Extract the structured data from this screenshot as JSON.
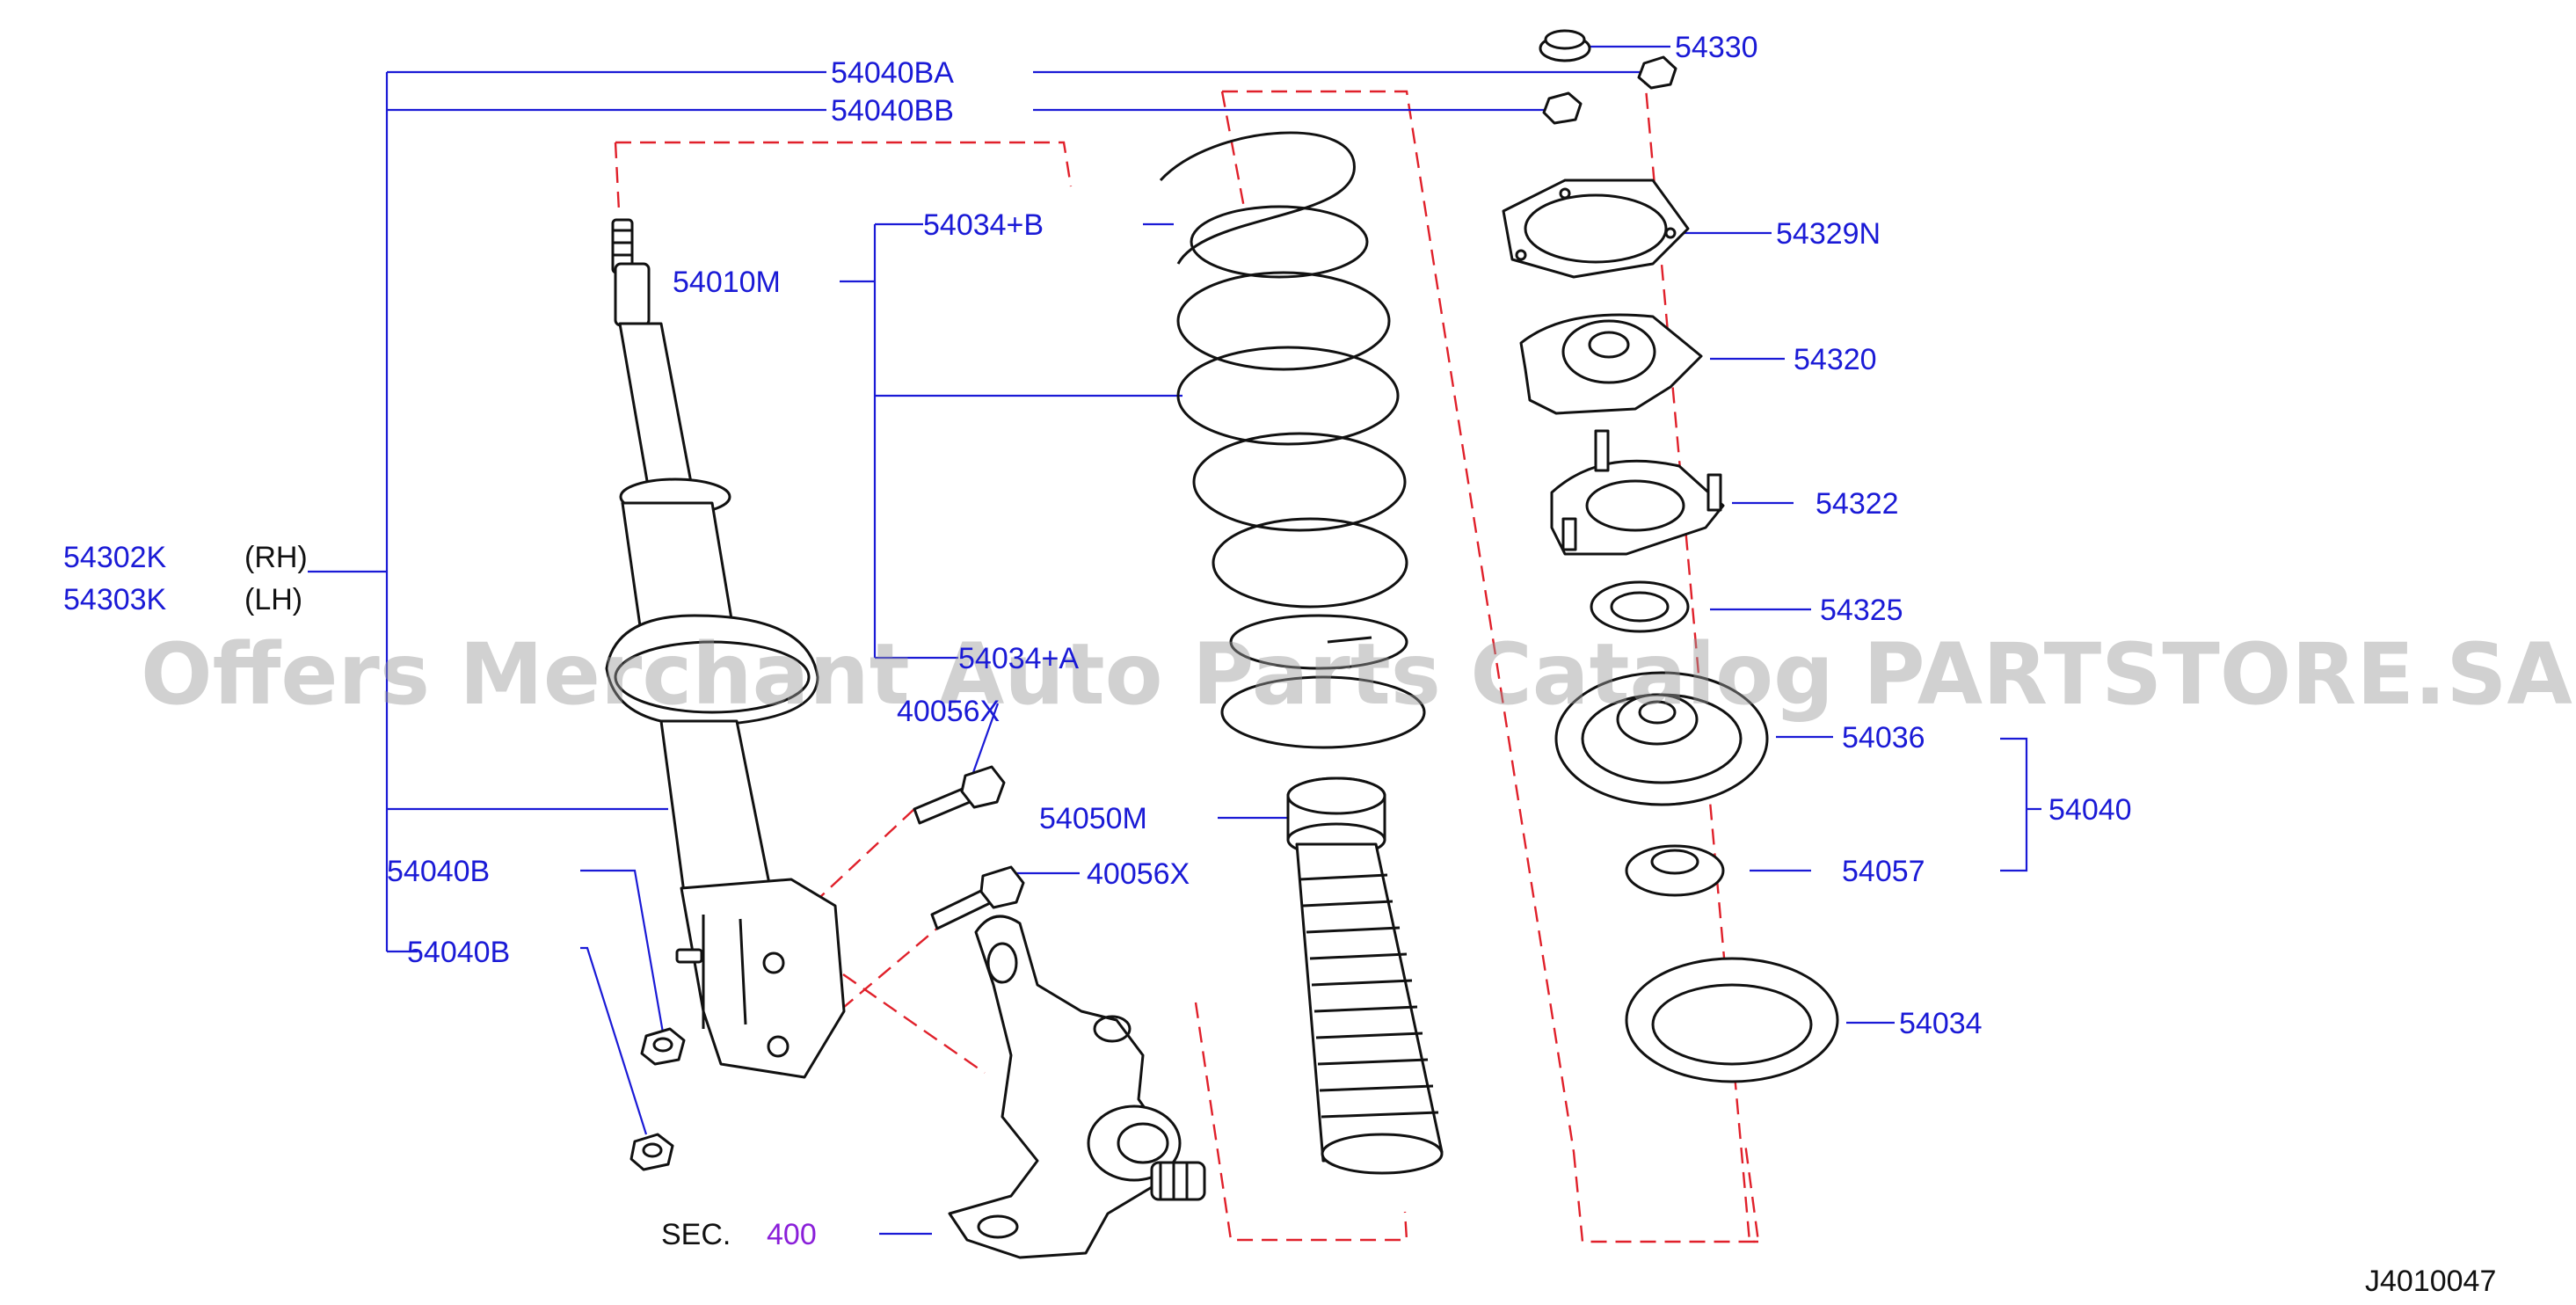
{
  "callouts": {
    "c54040BA": "54040BA",
    "c54040BB": "54040BB",
    "c54330": "54330",
    "c54010M": "54010M",
    "c54034B": "54034+B",
    "c54329N": "54329N",
    "c54320": "54320",
    "c54322": "54322",
    "c54302K": "54302K",
    "c54302K_side": "(RH)",
    "c54303K": "54303K",
    "c54303K_side": "(LH)",
    "c54325": "54325",
    "c54034A": "54034+A",
    "c40056X_a": "40056X",
    "c54036": "54036",
    "c54040": "54040",
    "c54050M": "54050M",
    "c54040B_a": "54040B",
    "c40056X_b": "40056X",
    "c54057": "54057",
    "c54040B_b": "54040B",
    "c54034": "54034",
    "sec_prefix": "SEC.",
    "sec_number": "400"
  },
  "diagram_code": "J4010047",
  "watermark": "Offers Merchant Auto Parts Catalog PARTSTORE.SA",
  "colors": {
    "callout_text": "#1a1ad6",
    "leader_line": "#1a1ad6",
    "part_outline": "#111111",
    "assembly_dash": "#e0202a",
    "section_ref": "#8a1fd9",
    "watermark": "#9a9a9a"
  }
}
